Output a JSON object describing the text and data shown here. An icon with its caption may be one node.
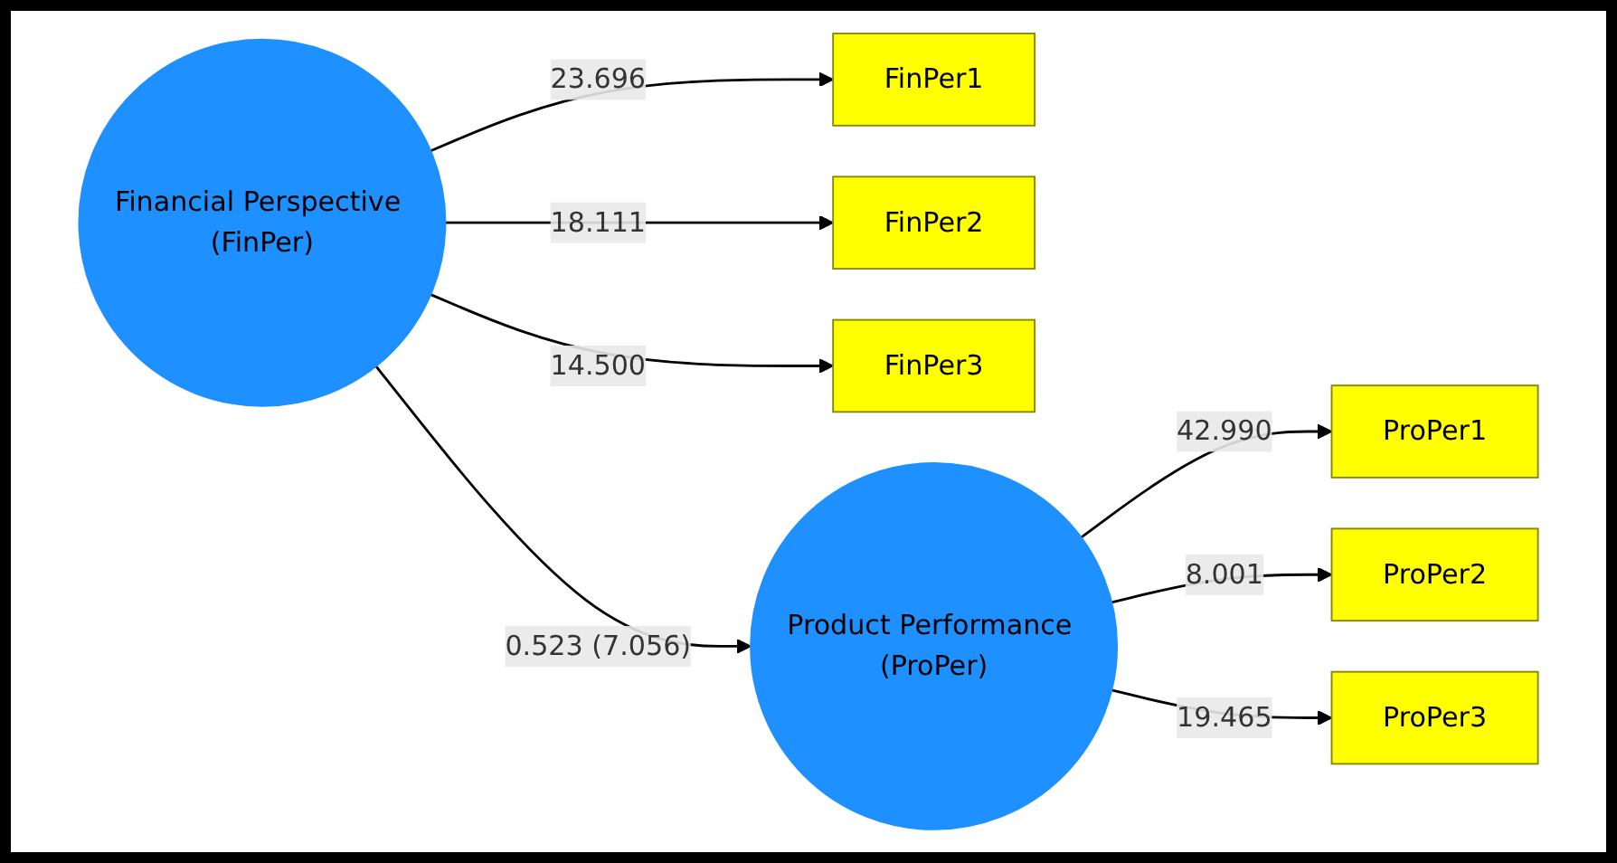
{
  "diagram": {
    "nodes": [
      {
        "text": [
          "FinPer1"
        ]
      },
      {
        "text": [
          "FinPer2"
        ]
      },
      {
        "text": [
          "Financial Perspective (FinPer)"
        ]
      },
      {
        "text": [
          "FinPer3"
        ]
      },
      {
        "text": [
          "Product Performance (ProPer)"
        ]
      },
      {
        "text": [
          "ProPer1"
        ]
      },
      {
        "text": [
          "ProPer2"
        ]
      },
      {
        "text": [
          "ProPer3"
        ]
      }
    ],
    "edges": [
      {
        "from": 2,
        "to": 0,
        "arrow": "to",
        "label": "23.696"
      },
      {
        "from": 2,
        "to": 1,
        "arrow": "to",
        "label": "18.111"
      },
      {
        "from": 2,
        "to": 3,
        "arrow": "to",
        "label": "14.500"
      },
      {
        "from": 2,
        "to": 4,
        "arrow": "to",
        "label": "0.523 (7.056)"
      },
      {
        "from": 4,
        "to": 5,
        "arrow": "to",
        "label": "42.990"
      },
      {
        "from": 4,
        "to": 6,
        "arrow": "to",
        "label": "8.001"
      },
      {
        "from": 4,
        "to": 7,
        "arrow": "to",
        "label": "19.465"
      }
    ]
  }
}
